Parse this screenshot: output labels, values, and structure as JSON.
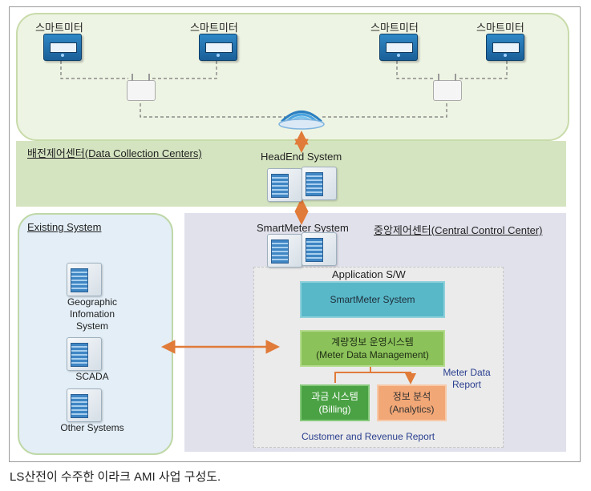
{
  "meters": [
    {
      "label": "스마트미터"
    },
    {
      "label": "스마트미터"
    },
    {
      "label": "스마트미터"
    },
    {
      "label": "스마트미터"
    }
  ],
  "dcc": {
    "title": "배전제어센터(Data Collection Centers)",
    "headend": "HeadEnd System"
  },
  "existing": {
    "title": "Existing System",
    "items": [
      {
        "label": "Geographic\nInfomation\nSystem"
      },
      {
        "label": "SCADA"
      },
      {
        "label": "Other Systems"
      }
    ]
  },
  "central": {
    "title": "중앙제어센터(Central Control Center)",
    "smartmeter_system": "SmartMeter System",
    "app_title": "Application S/W",
    "app_smartmeter": "SmartMeter System",
    "mdm_line1": "계량정보 운영시스템",
    "mdm_line2": "(Meter Data Management)",
    "billing_line1": "과금 시스템",
    "billing_line2": "(Billing)",
    "analytics_line1": "정보 분석",
    "analytics_line2": "(Analytics)",
    "meter_data_report": "Meter Data\nReport",
    "customer_report": "Customer and Revenue Report"
  },
  "caption": "LS산전이 수주한 이라크 AMI 사업 구성도.",
  "colors": {
    "arrow": "#e07b39",
    "app_smartmeter": "#58b8c8",
    "mdm": "#8cc25a",
    "billing": "#4aa244",
    "analytics": "#f2a776",
    "report_text": "#2a3f8f"
  }
}
